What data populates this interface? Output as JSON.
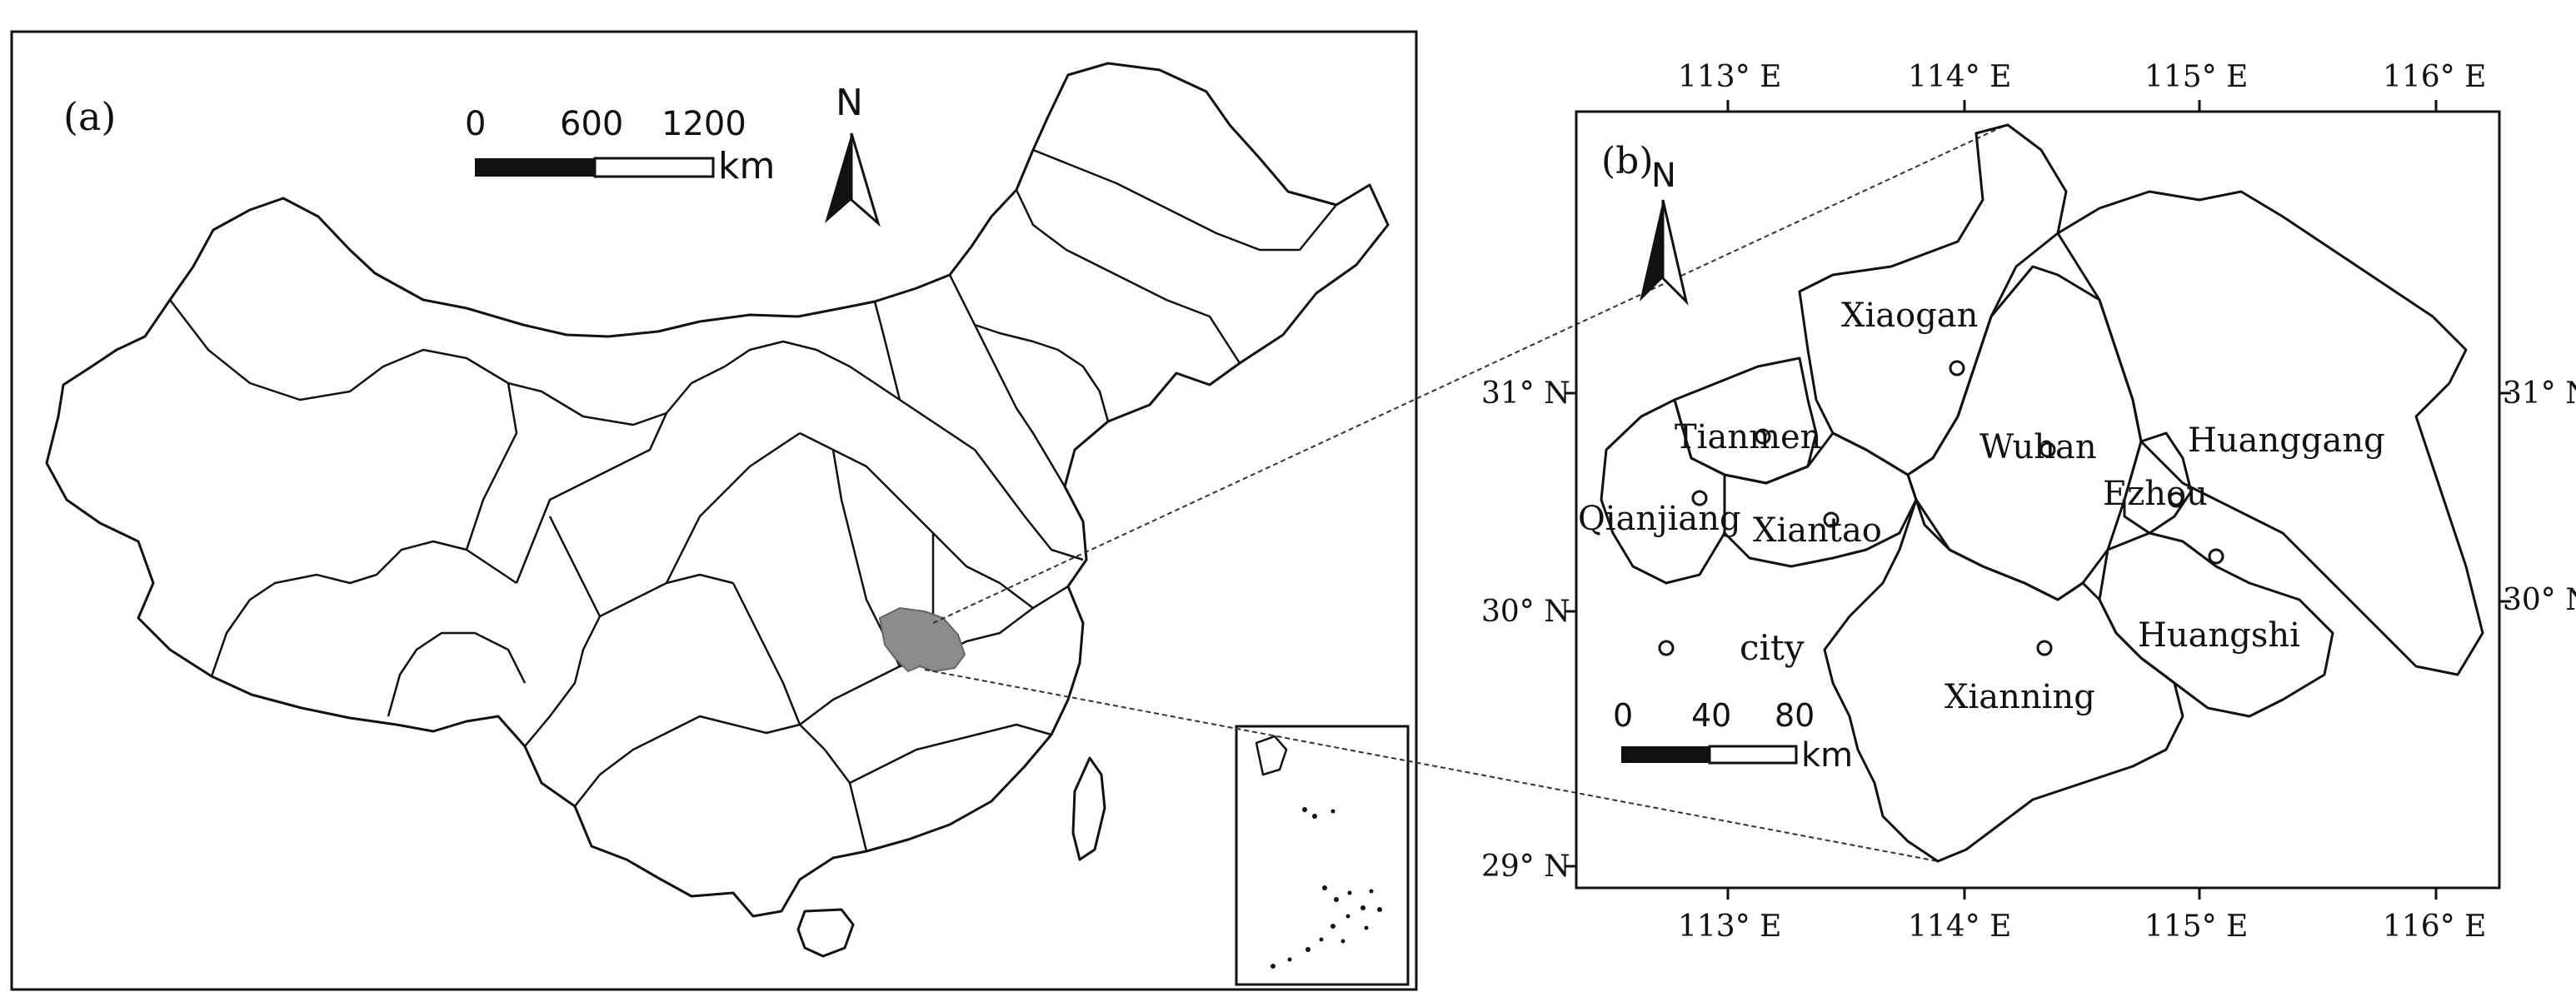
{
  "panel_a": {
    "label": "(a)",
    "scale_bar": {
      "ticks": [
        "0",
        "600",
        "1200"
      ],
      "unit": "km"
    },
    "north_label": "N",
    "highlight_color": "#8c8c8c"
  },
  "panel_b": {
    "label": "(b)",
    "north_label": "N",
    "lon_ticks": [
      "113° E",
      "114° E",
      "115° E",
      "116° E"
    ],
    "lat_ticks": [
      "31° N",
      "30° N",
      "29° N"
    ],
    "cities": [
      "Xiaogan",
      "Tianmen",
      "Wuhan",
      "Huanggang",
      "Qianjiang",
      "Xiantao",
      "Ezhou",
      "Huangshi",
      "Xianning"
    ],
    "legend": {
      "symbol": "circle",
      "label": "city"
    },
    "scale_bar": {
      "ticks": [
        "0",
        "40",
        "80"
      ],
      "unit": "km"
    }
  },
  "colors": {
    "lines": "#111111",
    "background": "#ffffff",
    "highlight": "#8c8c8c"
  }
}
